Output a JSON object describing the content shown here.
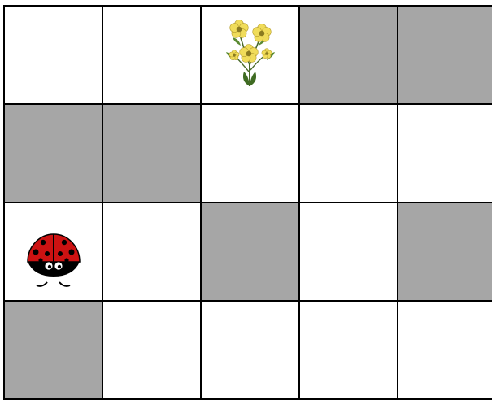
{
  "board": {
    "rows": 4,
    "cols": 5,
    "colors": {
      "wall": "#a6a6a6",
      "open": "#ffffff",
      "grid_line": "#000000"
    },
    "cells": [
      [
        "open",
        "open",
        "open",
        "wall",
        "wall"
      ],
      [
        "wall",
        "wall",
        "open",
        "open",
        "open"
      ],
      [
        "open",
        "open",
        "wall",
        "open",
        "wall"
      ],
      [
        "wall",
        "open",
        "open",
        "open",
        "open"
      ]
    ],
    "pieces": [
      {
        "type": "ladybug",
        "icon": "ladybug-icon",
        "row": 2,
        "col": 0
      },
      {
        "type": "flower",
        "icon": "flower-icon",
        "row": 0,
        "col": 2
      }
    ]
  }
}
